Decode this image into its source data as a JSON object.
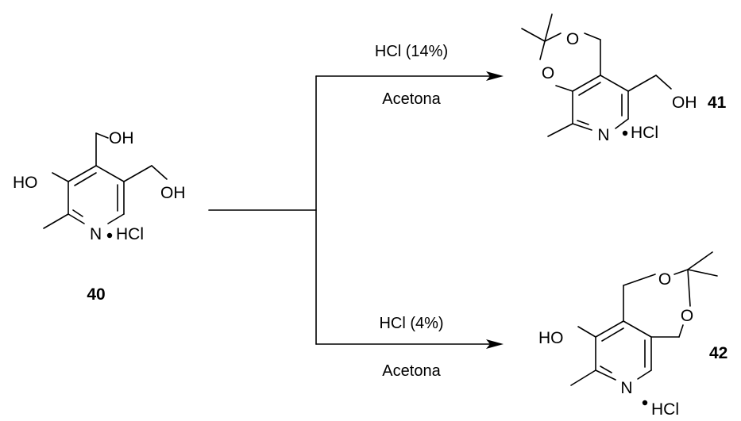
{
  "compounds": {
    "c40": {
      "number": "40",
      "salt": "HCl",
      "atoms": {
        "oh_top": "OH",
        "oh_right": "OH",
        "ho": "HO",
        "n": "N"
      }
    },
    "c41": {
      "number": "41",
      "salt": "HCl",
      "atoms": {
        "o_ring_top": "O",
        "o_ring_left": "O",
        "oh": "OH",
        "n": "N"
      }
    },
    "c42": {
      "number": "42",
      "salt": "HCl",
      "atoms": {
        "o_ring_top": "O",
        "o_ring_right": "O",
        "ho": "HO",
        "n": "N"
      }
    }
  },
  "reactions": {
    "top": {
      "reagent": "HCl (14%)",
      "solvent": "Acetona"
    },
    "bottom": {
      "reagent": "HCl (4%)",
      "solvent": "Acetona"
    }
  }
}
